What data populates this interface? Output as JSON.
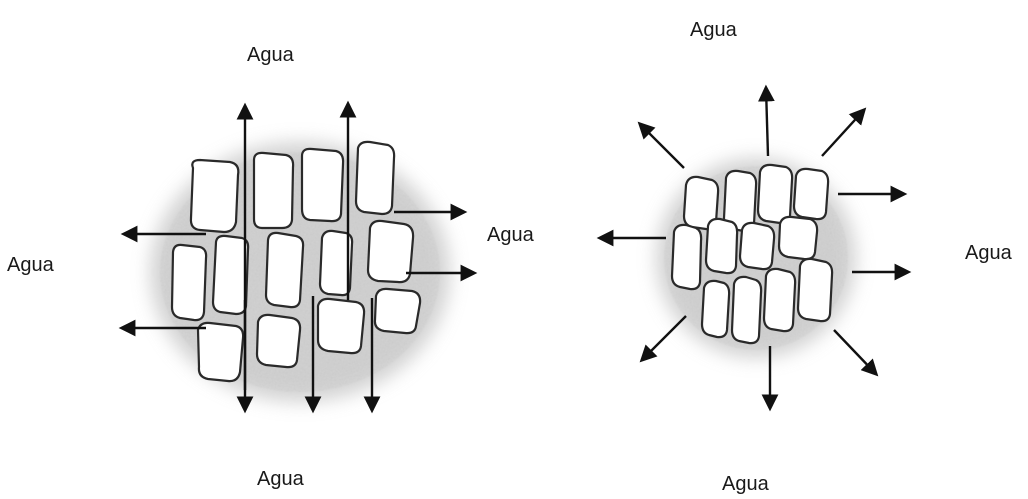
{
  "labels": {
    "left_top": "Agua",
    "left_left": "Agua",
    "left_right": "Agua",
    "left_bottom": "Agua",
    "right_top": "Agua",
    "right_right": "Agua",
    "right_bottom": "Agua"
  },
  "colors": {
    "cell_stroke": "#2a2a2a",
    "cell_fill": "#ffffff",
    "halo": "#b8b8b8",
    "arrow": "#111111"
  }
}
